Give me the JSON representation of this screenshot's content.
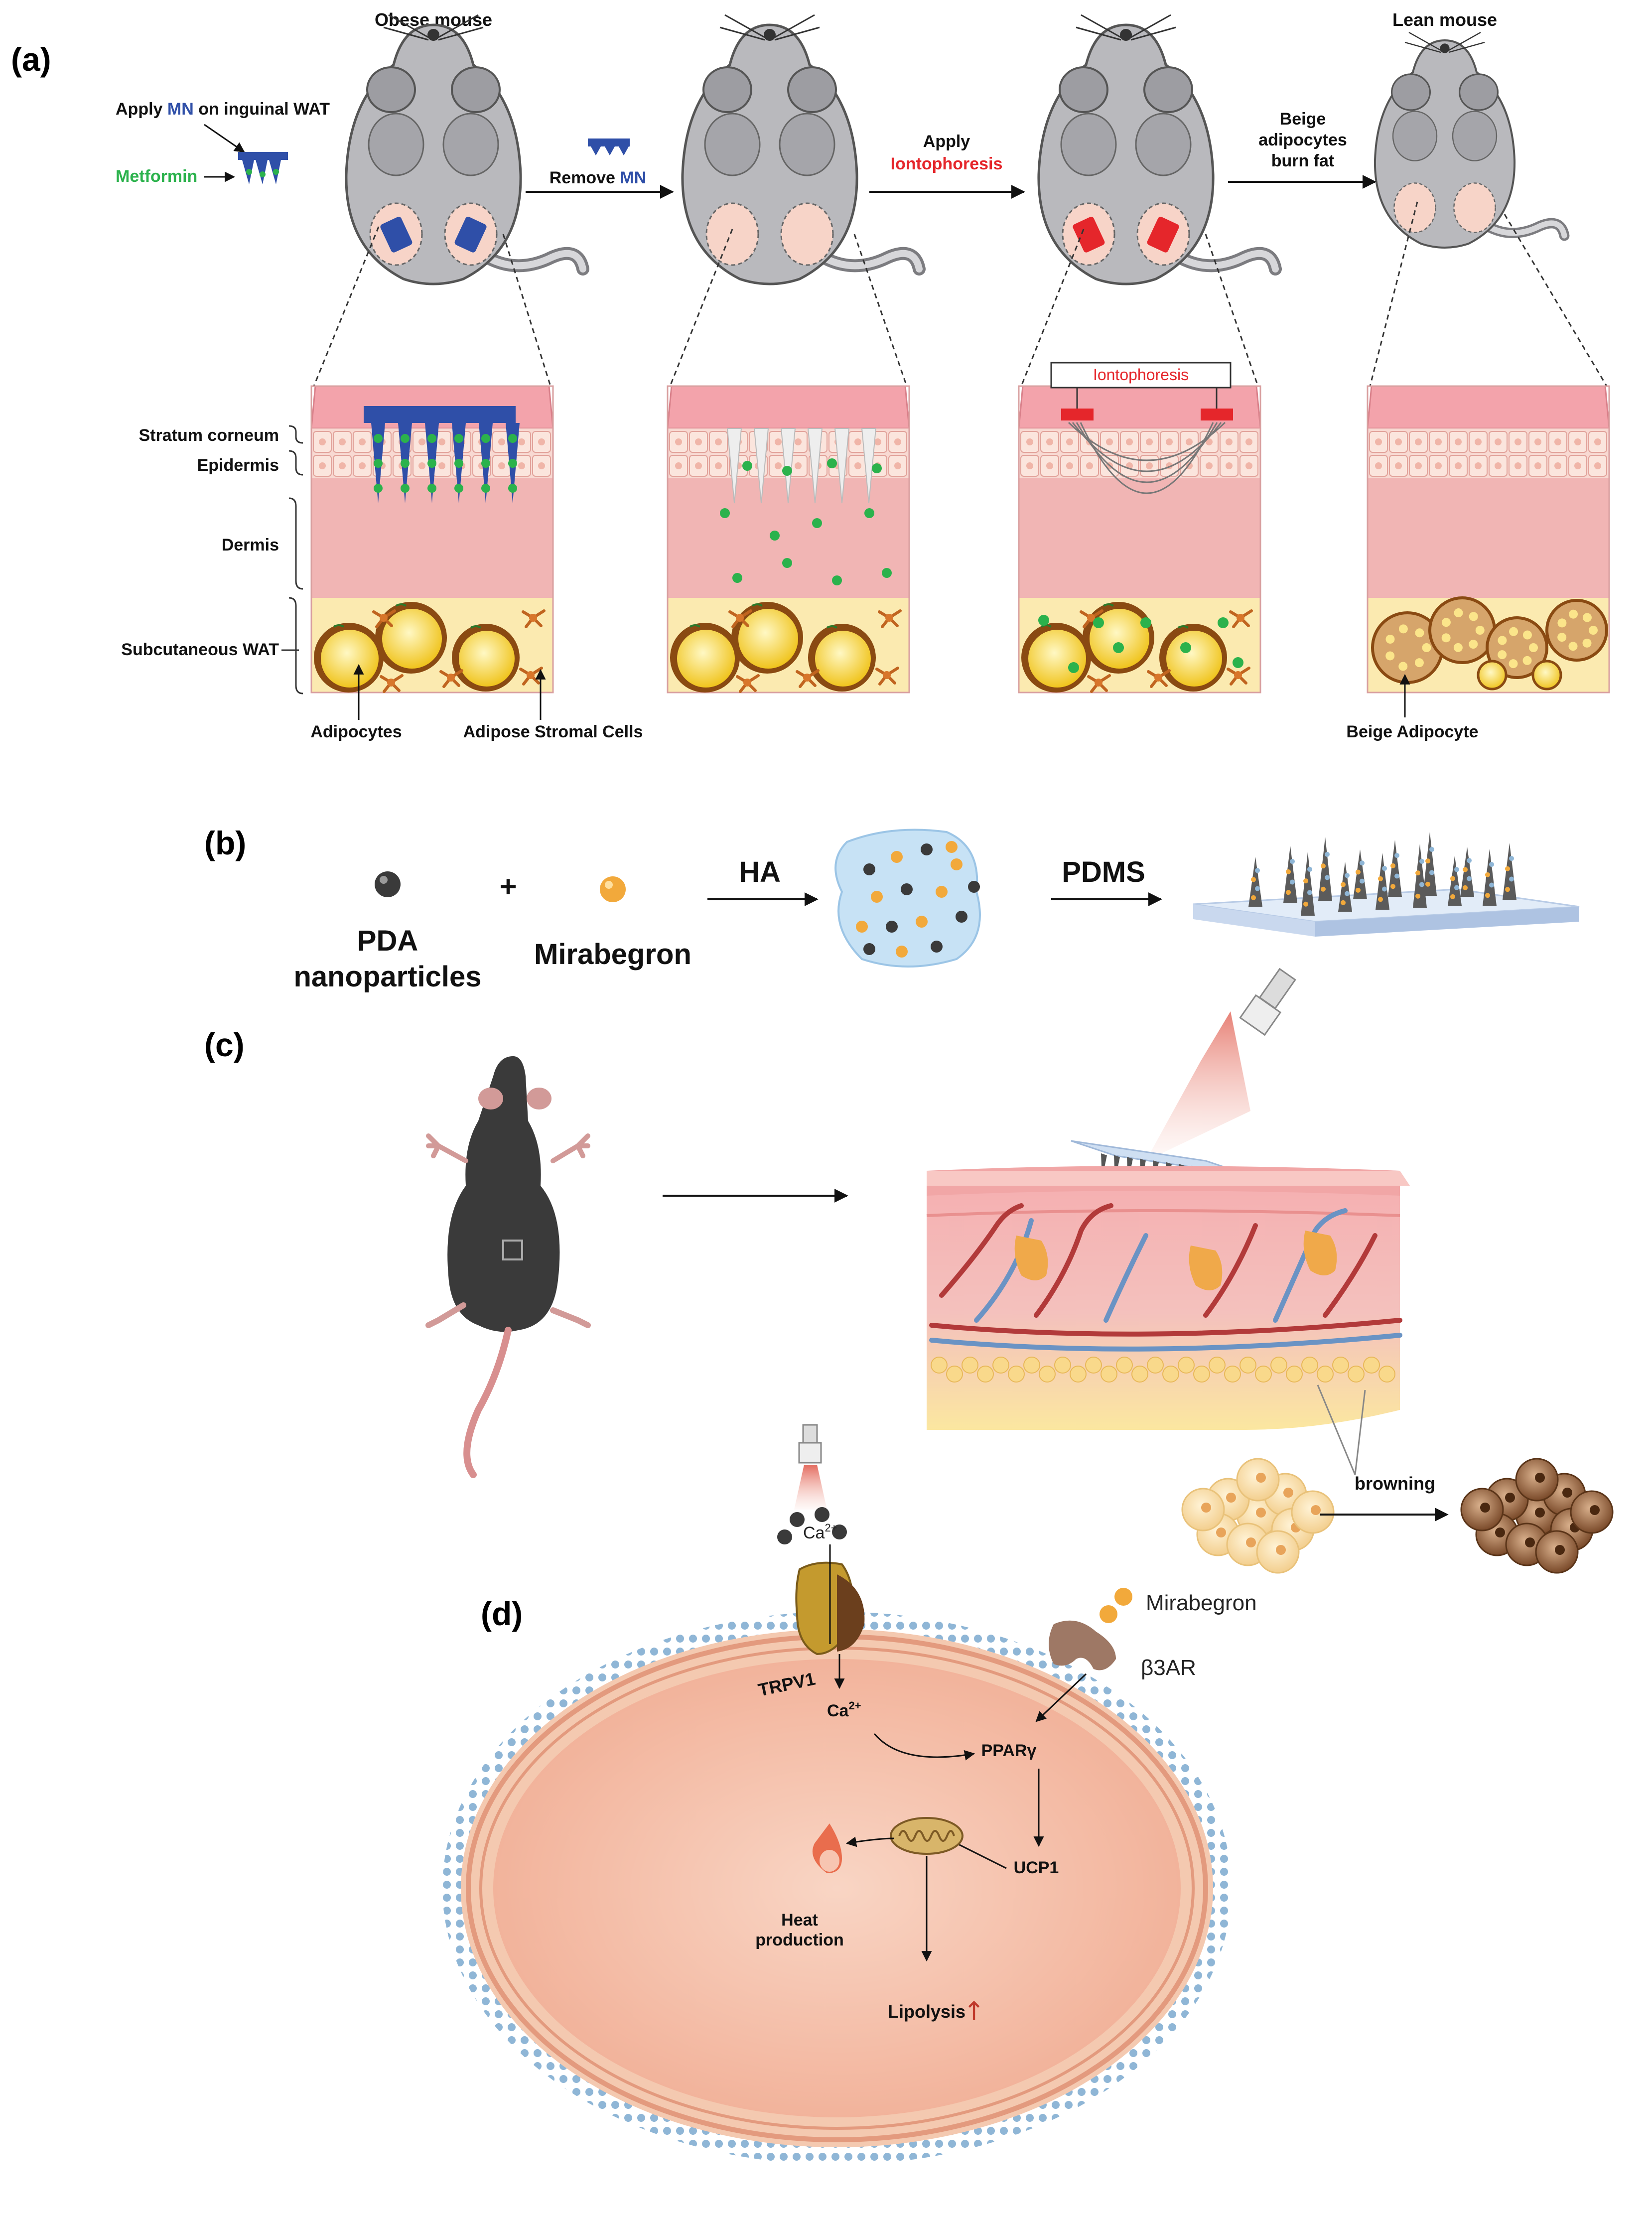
{
  "colors": {
    "mn_blue": "#2f4fa8",
    "metformin_green": "#2bb24c",
    "iontophoresis_red": "#e5262b",
    "skin_pink": "#f4a9aa",
    "fat_yellow": "#f7d54a",
    "mouse_grey": "#b9b9bd",
    "cell_membrane": "#8fb6d6",
    "cell_interior": "#f6c2ad"
  },
  "panel_a": {
    "label": "(a)",
    "titles": {
      "obese": "Obese mouse",
      "lean": "Lean mouse"
    },
    "mn_note": {
      "pre": "Apply ",
      "mn": "MN",
      "post": " on inguinal WAT"
    },
    "metformin": "Metformin",
    "step1": {
      "pre": "Remove ",
      "mn": "MN"
    },
    "step2": {
      "line1": "Apply",
      "line2": "Iontophoresis"
    },
    "step3": {
      "line1": "Beige",
      "line2": "adipocytes",
      "line3": "burn fat"
    },
    "layers": {
      "stratum": "Stratum corneum",
      "epidermis": "Epidermis",
      "dermis": "Dermis",
      "wat": "Subcutaneous WAT"
    },
    "device_label": "Iontophoresis",
    "bottom_labels": {
      "adipocytes": "Adipocytes",
      "stromal": "Adipose Stromal Cells",
      "beige": "Beige Adipocyte"
    },
    "icons": [
      "mouse-icon",
      "microneedle-patch-icon",
      "adipocyte-icon",
      "electrode-icon"
    ]
  },
  "panel_b": {
    "label": "(b)",
    "pda": {
      "line1": "PDA",
      "line2": "nanoparticles"
    },
    "plus": "+",
    "mirabegron": "Mirabegron",
    "ha": "HA",
    "pdms": "PDMS",
    "icons": [
      "nanoparticle-icon",
      "hydrogel-icon",
      "microneedle-array-icon"
    ]
  },
  "panel_c": {
    "label": "(c)",
    "browning": "browning",
    "icons": [
      "black-mouse-icon",
      "light-source-icon",
      "skin-block-icon",
      "white-fat-icon",
      "brown-fat-icon"
    ]
  },
  "panel_d": {
    "label": "(d)",
    "ca_top": {
      "base": "Ca",
      "sup": "2+"
    },
    "mirabegron": "Mirabegron",
    "receptor": "β3AR",
    "channel": "TRPV1",
    "ca_in": {
      "base": "Ca",
      "sup": "2+"
    },
    "ppar": "PPARγ",
    "ucp1": "UCP1",
    "heat": {
      "line1": "Heat",
      "line2": "production"
    },
    "lipolysis": "Lipolysis",
    "lipolysis_arrow": "↑",
    "icons": [
      "trpv1-channel-icon",
      "beta3ar-receptor-icon",
      "mitochondrion-icon",
      "flame-icon"
    ]
  }
}
